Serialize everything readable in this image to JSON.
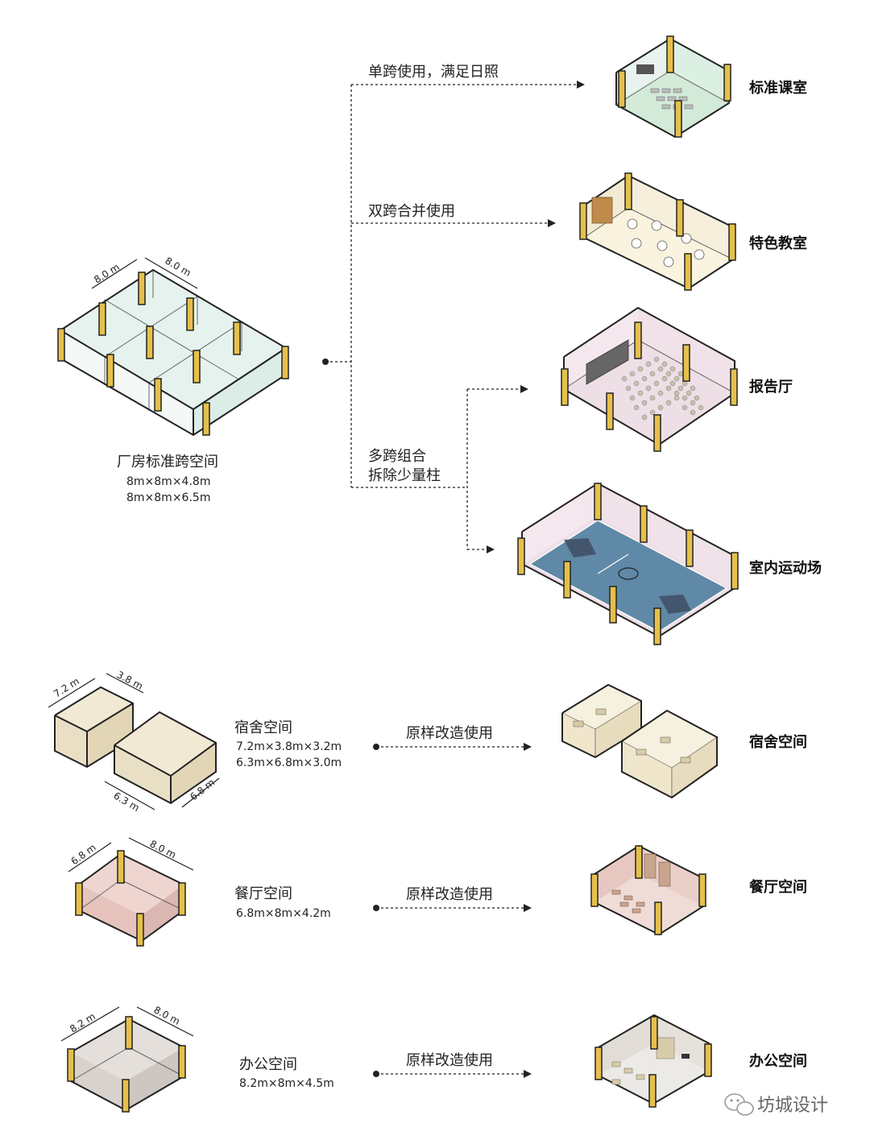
{
  "source": {
    "title": "厂房标准跨空间",
    "dim_line1": "8m×8m×4.8m",
    "dim_line2": "8m×8m×6.5m",
    "span_a": "8.0 m",
    "span_b": "8.0 m"
  },
  "branches": {
    "single_span": "单跨使用，满足日照",
    "double_span": "双跨合并使用",
    "multi_span_line1": "多跨组合",
    "multi_span_line2": "拆除少量柱"
  },
  "results": {
    "standard_classroom": "标准课室",
    "feature_classroom": "特色教室",
    "lecture_hall": "报告厅",
    "indoor_gym": "室内运动场"
  },
  "dorm": {
    "title": "宿舍空间",
    "dim_line1": "7.2m×3.8m×3.2m",
    "dim_line2": "6.3m×6.8m×3.0m",
    "a": "7.2 m",
    "b": "3.8 m",
    "c": "6.3 m",
    "d": "6.8 m",
    "action": "原样改造使用",
    "result": "宿舍空间"
  },
  "canteen": {
    "title": "餐厅空间",
    "dim_line1": "6.8m×8m×4.2m",
    "a": "6.8 m",
    "b": "8.0 m",
    "action": "原样改造使用",
    "result": "餐厅空间"
  },
  "office": {
    "title": "办公空间",
    "dim_line1": "8.2m×8m×4.5m",
    "a": "8.2 m",
    "b": "8.0 m",
    "action": "原样改造使用",
    "result": "办公空间"
  },
  "watermark": "坊城设计",
  "colors": {
    "column": "#e6c04a",
    "glass": "#cfe8e0",
    "classroom_floor": "#d4ead8",
    "lecture_floor": "#eedfe6",
    "court": "#5f89a6",
    "dorm_box": "#e9dfc4",
    "canteen_box": "#e6c3bd",
    "office_box": "#d8d1cc"
  }
}
